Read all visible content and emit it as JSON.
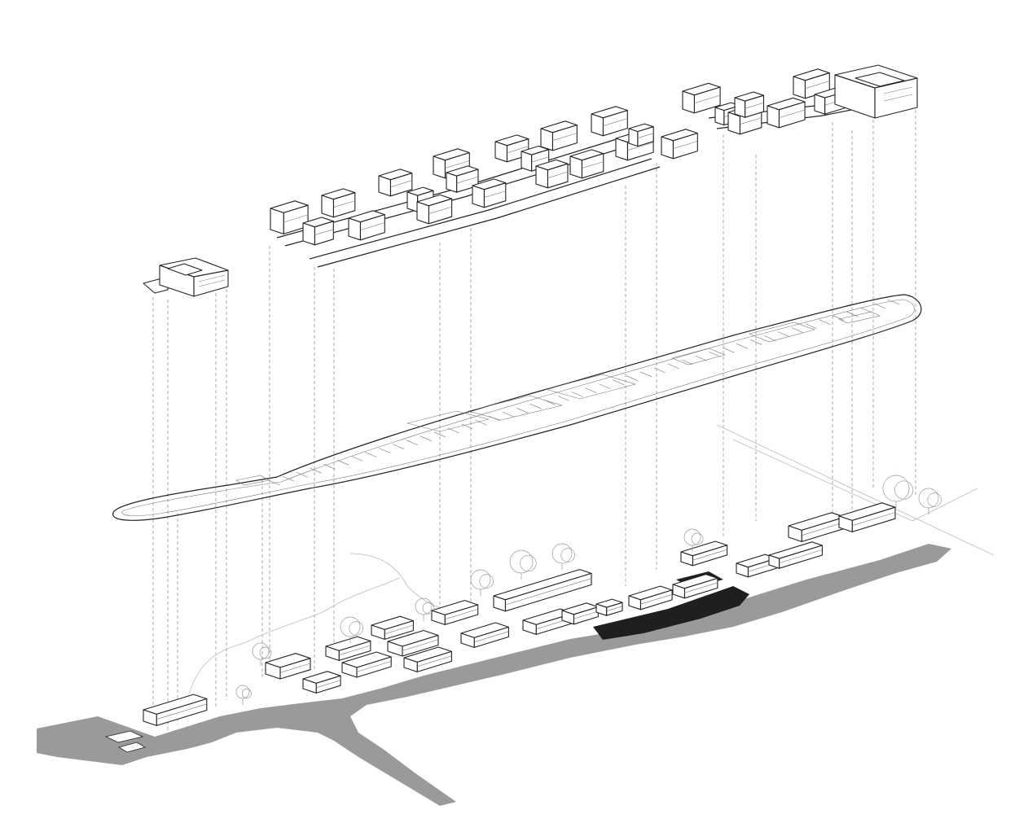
{
  "drawing": {
    "kind": "exploded-axonometric",
    "layers": [
      "upper-building-blocks",
      "roof-canopy",
      "ground-site"
    ],
    "colors": {
      "line": "#222222",
      "light_line": "#888888",
      "shore": "#9a9a9a",
      "highlight": "#1f1f1f",
      "background": "#ffffff"
    }
  }
}
